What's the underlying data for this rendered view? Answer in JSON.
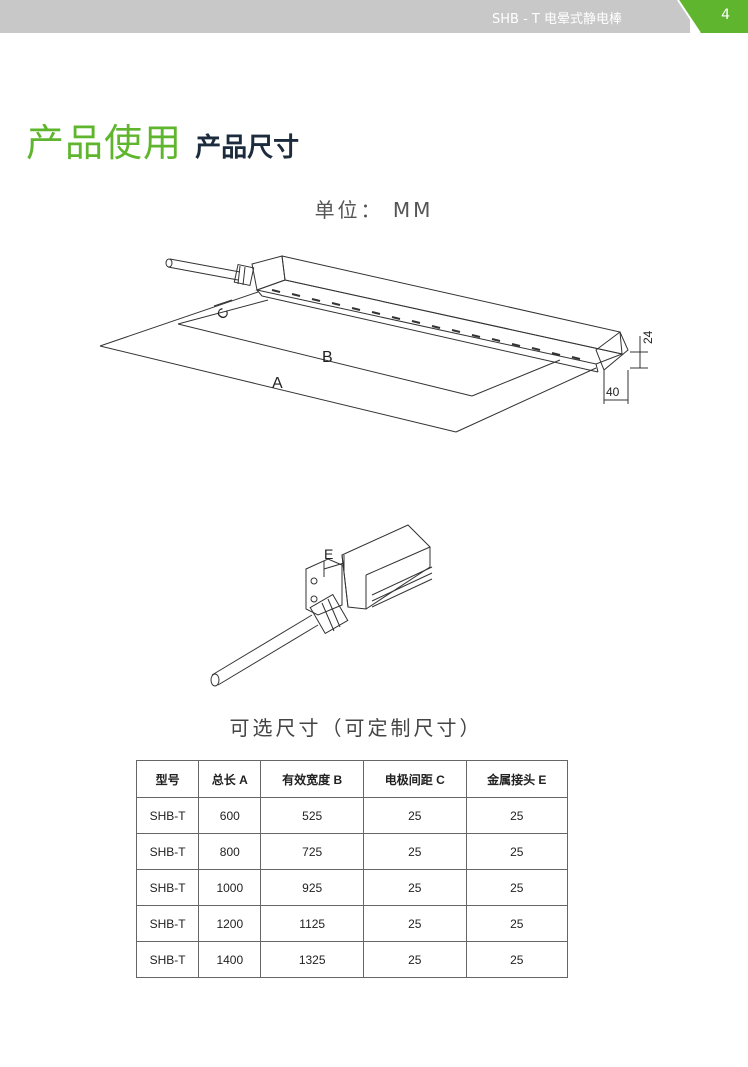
{
  "header": {
    "title": "SHB - T 电晕式静电棒",
    "page_number": "4",
    "bar_color": "#c8c8c8",
    "accent_color": "#5fb62e"
  },
  "section": {
    "title_main": "产品使用",
    "title_sub": "产品尺寸"
  },
  "unit_label": "单位：  MM",
  "drawing_labels": {
    "a": "A",
    "b": "B",
    "c": "C",
    "e": "E",
    "height": "24",
    "width": "40"
  },
  "options_caption": "可选尺寸（可定制尺寸）",
  "table": {
    "headers": [
      "型号",
      "总长 A",
      "有效宽度 B",
      "电极间距 C",
      "金属接头 E"
    ],
    "rows": [
      [
        "SHB-T",
        "600",
        "525",
        "25",
        "25"
      ],
      [
        "SHB-T",
        "800",
        "725",
        "25",
        "25"
      ],
      [
        "SHB-T",
        "1000",
        "925",
        "25",
        "25"
      ],
      [
        "SHB-T",
        "1200",
        "1125",
        "25",
        "25"
      ],
      [
        "SHB-T",
        "1400",
        "1325",
        "25",
        "25"
      ]
    ]
  }
}
